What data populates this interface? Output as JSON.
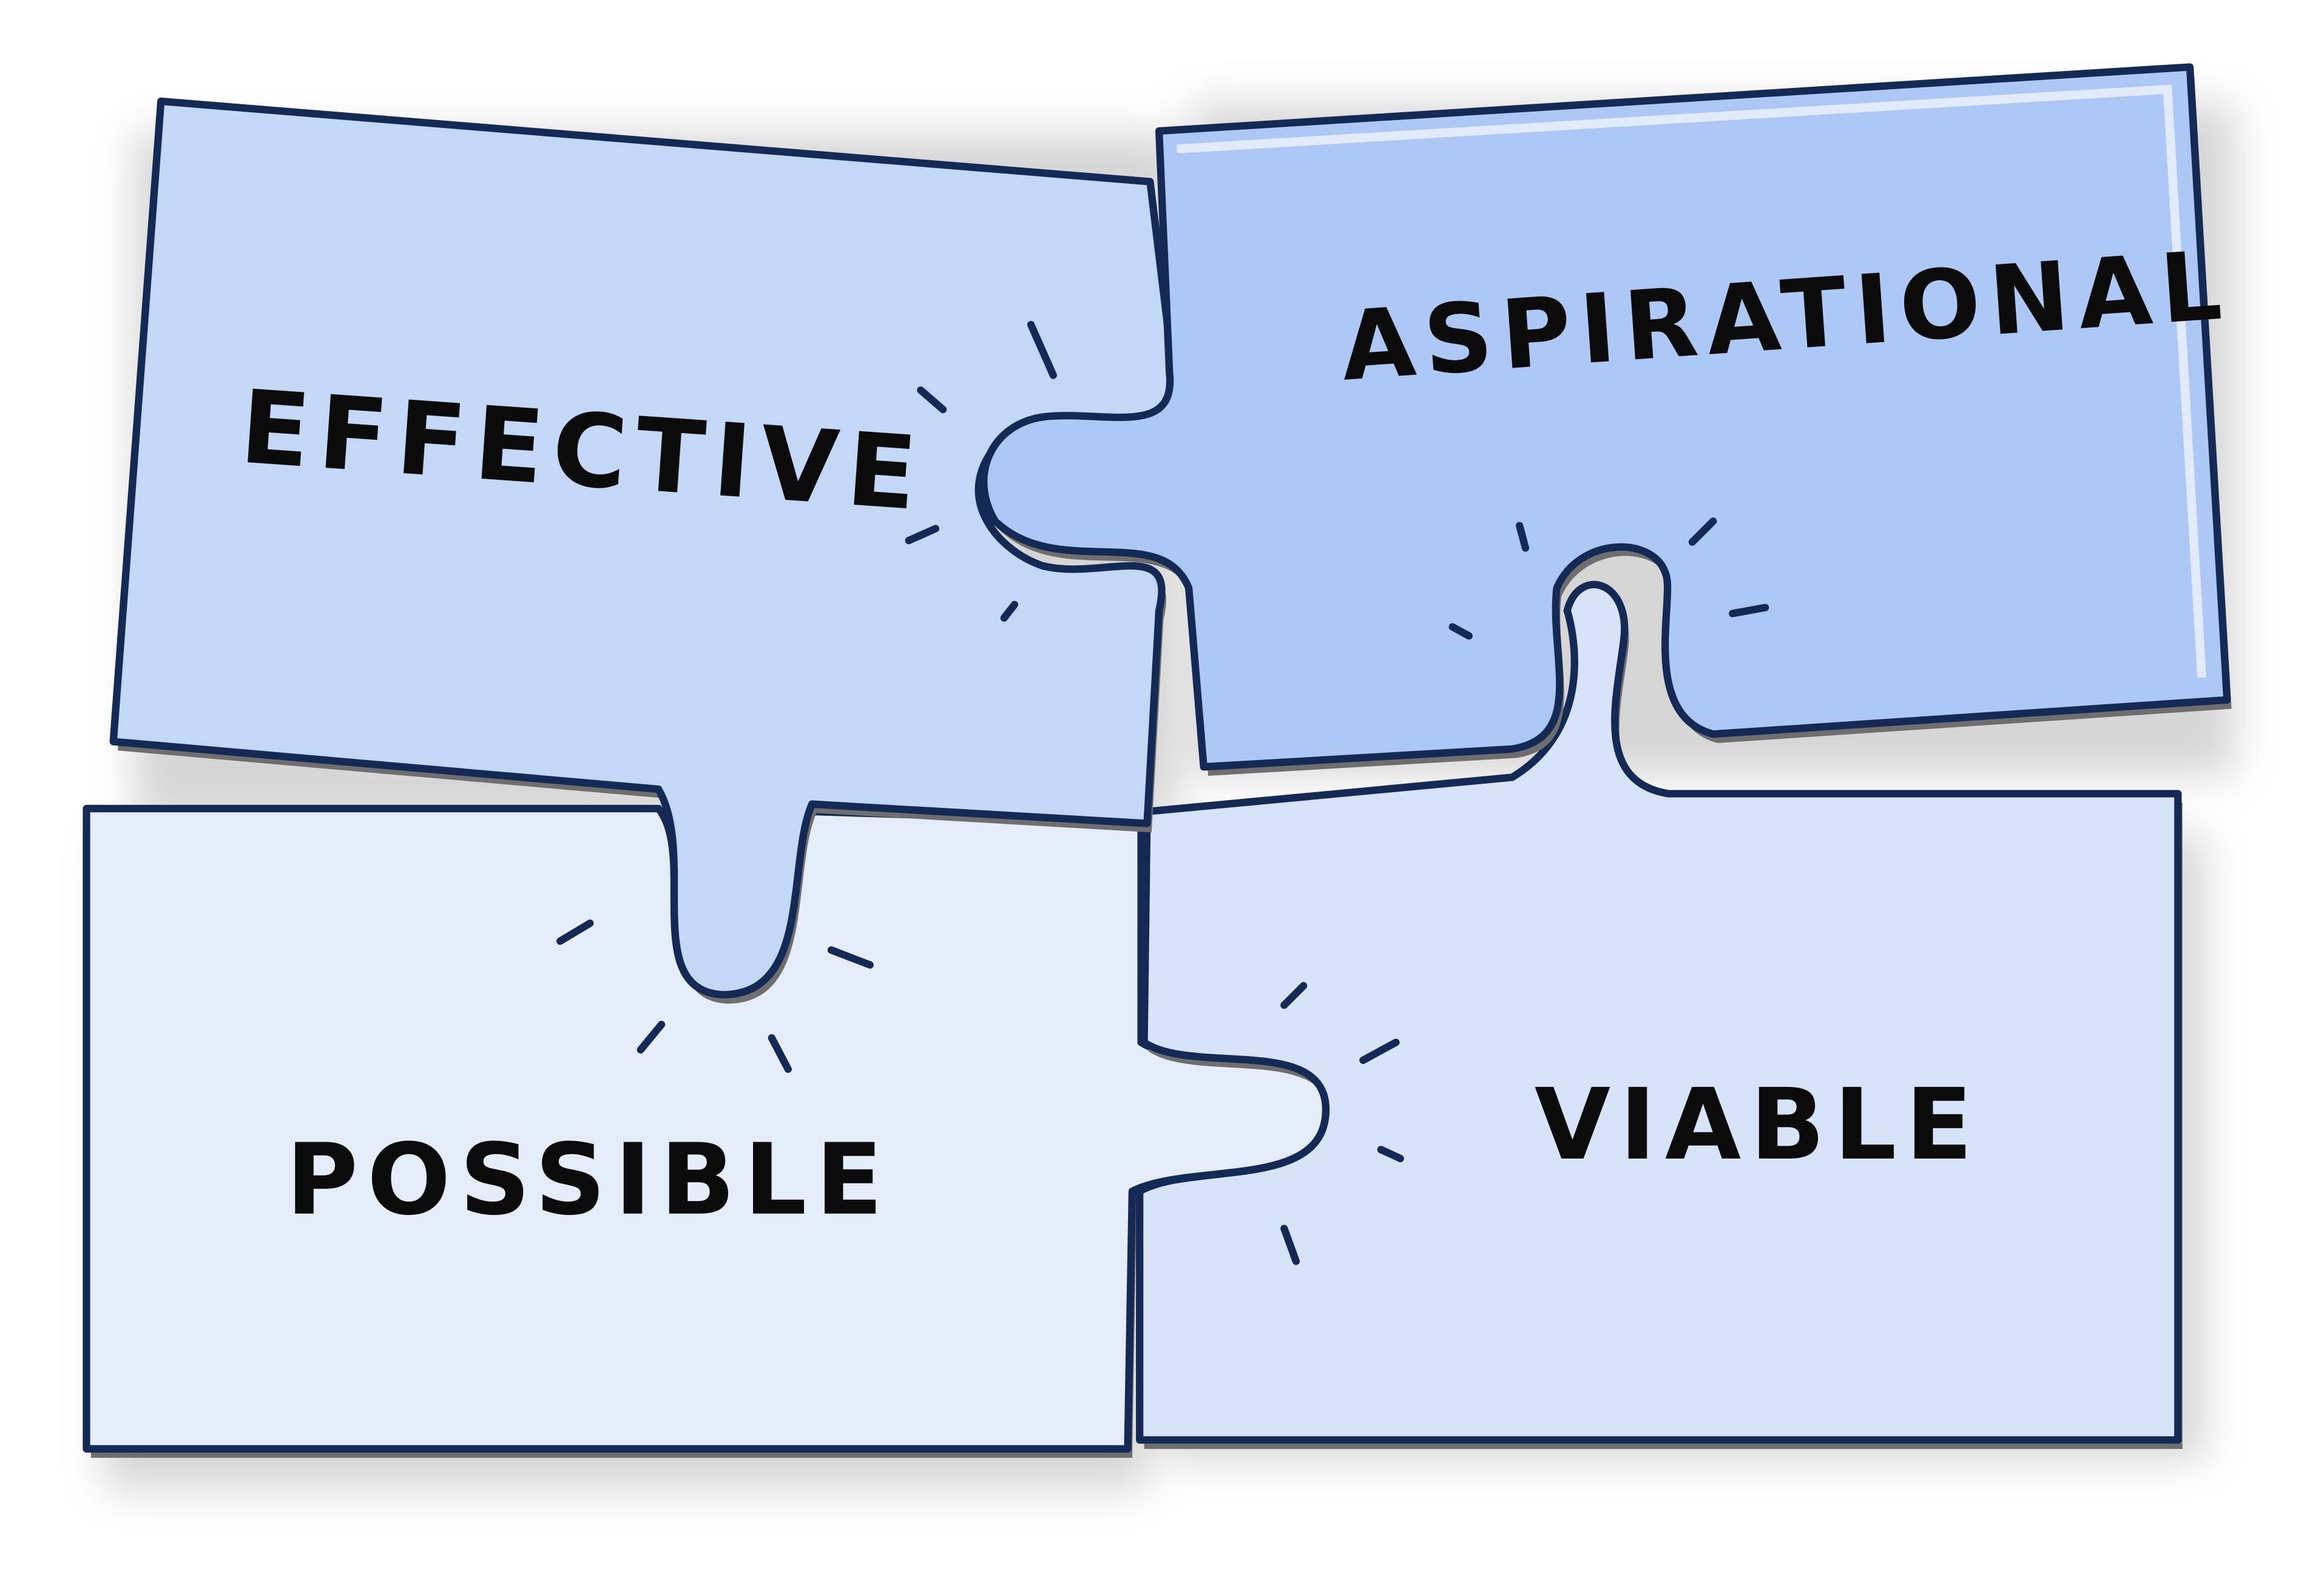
{
  "pieces": {
    "top_left": {
      "label": "EFFECTIVE",
      "fill": "#c3d7f7"
    },
    "top_right": {
      "label": "ASPIRATIONAL",
      "fill": "#adc8f5"
    },
    "bottom_left": {
      "label": "POSSIBLE",
      "fill": "#e6edfa"
    },
    "bottom_right": {
      "label": "VIABLE",
      "fill": "#d6e3f9"
    }
  },
  "colors": {
    "outline": "#142a55",
    "shadow": "#555555",
    "text": "#0b0b0b"
  }
}
